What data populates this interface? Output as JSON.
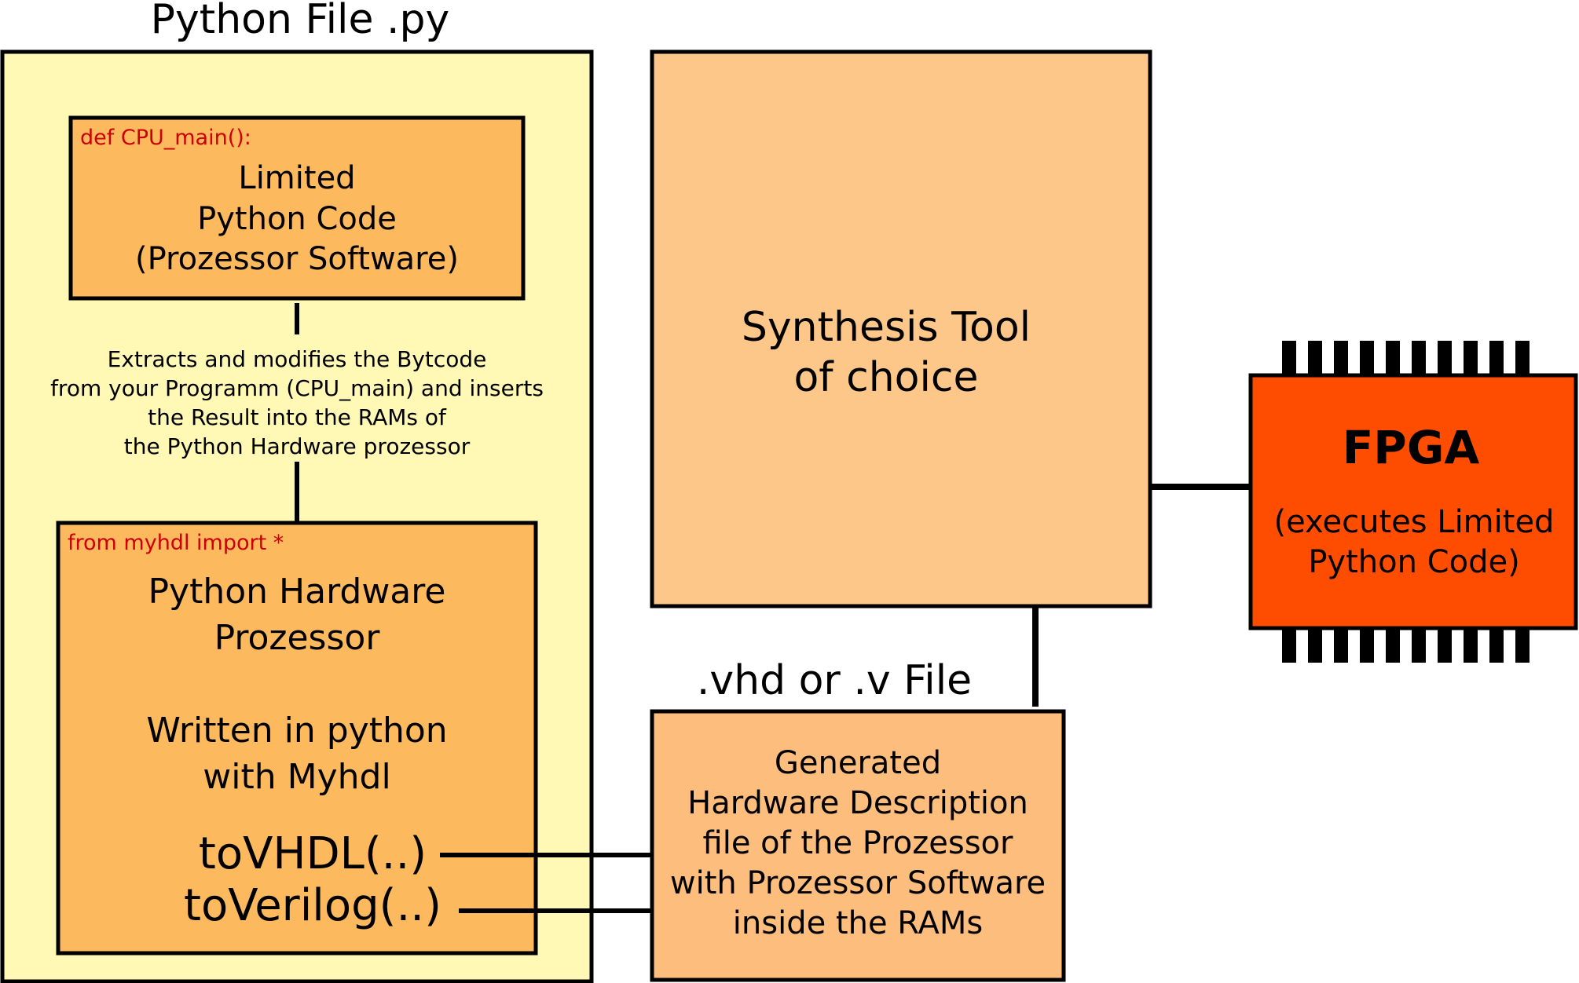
{
  "colors": {
    "outer_panel": "#fff9b5",
    "inner_box": "#fdb95d",
    "synthesis_box": "#fdc78a",
    "generated_box": "#fdbd7d",
    "fpga_box": "#ff4d00",
    "stroke": "#000000",
    "code_text": "#cc0000"
  },
  "python_file": {
    "title": "Python File .py",
    "software_box": {
      "code": "def CPU_main():",
      "lines": [
        "Limited",
        "Python Code",
        "(Prozessor Software)"
      ]
    },
    "extract_note": [
      "Extracts and modifies the Bytcode",
      "from your Programm (CPU_main) and inserts",
      "the Result into the RAMs of",
      "the Python Hardware prozessor"
    ],
    "hardware_box": {
      "code": "from myhdl import *",
      "title_lines": [
        "Python Hardware",
        "Prozessor"
      ],
      "written_lines": [
        "Written in python",
        "with Myhdl"
      ],
      "calls": [
        "toVHDL(..)",
        "toVerilog(..)"
      ]
    }
  },
  "synthesis_box": {
    "lines": [
      "Synthesis Tool",
      "of choice"
    ]
  },
  "generated_file": {
    "title": ".vhd or .v File",
    "lines": [
      "Generated",
      "Hardware Description",
      "file of the Prozessor",
      "with Prozessor Software",
      "inside the RAMs"
    ]
  },
  "fpga": {
    "title": "FPGA",
    "lines": [
      "(executes Limited",
      "Python Code)"
    ],
    "pins_per_side": 10
  }
}
